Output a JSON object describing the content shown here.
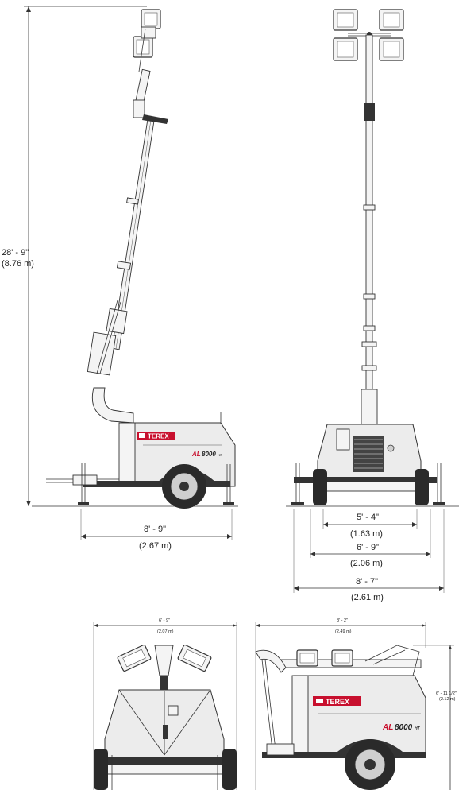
{
  "branding": {
    "brand": "TEREX",
    "model_prefix": "AL",
    "model_number": "8000",
    "model_suffix": "HT"
  },
  "side_view": {
    "height_ft": "28' - 9\"",
    "height_m": "(8.76 m)",
    "length_ft": "8' - 9\"",
    "length_m": "(2.67 m)"
  },
  "rear_view": {
    "track_ft": "5' - 4\"",
    "track_m": "(1.63 m)",
    "tire_width_ft": "6' - 9\"",
    "tire_width_m": "(2.06 m)",
    "outrigger_width_ft": "8' - 7\"",
    "outrigger_width_m": "(2.61 m)"
  },
  "front_stowed_view": {
    "width_ft": "6' - 9\"",
    "width_m": "(2.07 m)"
  },
  "side_stowed_view": {
    "length_ft": "8' - 2\"",
    "length_m": "(2.49 m)",
    "height_ft": "6' - 11 1/2\"",
    "height_m": "(2.12 m)"
  }
}
